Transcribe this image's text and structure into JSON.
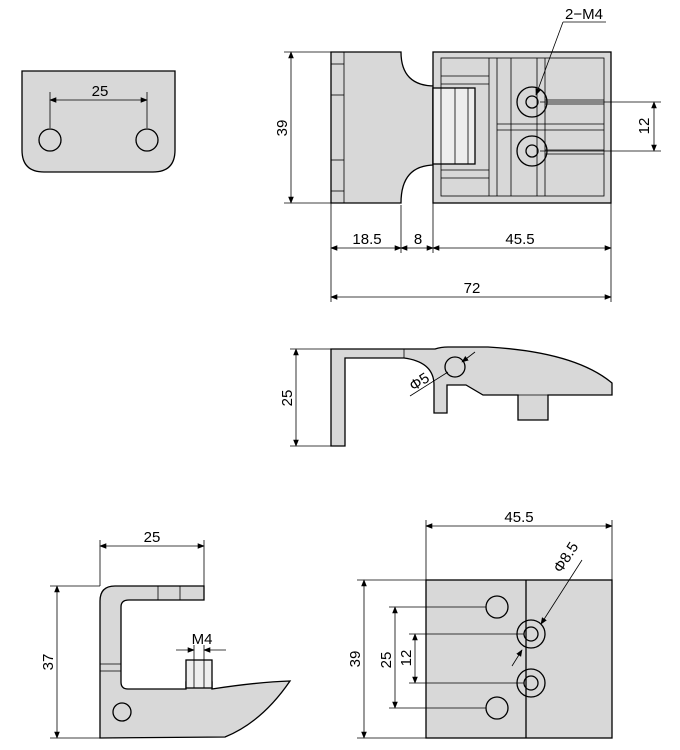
{
  "dims": {
    "top_left_spacing": "25",
    "top_height": "39",
    "top_thread": "2−M4",
    "top_pitch": "12",
    "top_seg_a": "18.5",
    "top_seg_b": "8",
    "top_seg_c": "45.5",
    "top_total": "72",
    "side_height": "25",
    "side_hole": "Φ5",
    "bracket_width": "25",
    "bracket_height": "37",
    "bracket_thread": "M4",
    "plate_width": "45.5",
    "plate_height": "39",
    "plate_outer_pitch": "25",
    "plate_inner_pitch": "12",
    "plate_hole": "Φ8.5"
  }
}
